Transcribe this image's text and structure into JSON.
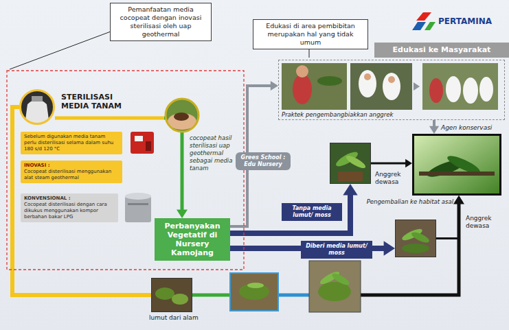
{
  "diagram": {
    "nodes": [
      {
        "text": [
          "Pemanfaatan media cocopeat dengan inovasi sterilisasi oleh uap geothermal"
        ]
      },
      {
        "text": [
          "Edukasi di area pembibitan merupakan hal yang tidak umum"
        ]
      },
      {
        "text": [
          "Edukasi ke Masyarakat"
        ]
      },
      {
        "text": [
          "Praktek pengembangbiakkan anggrek"
        ]
      },
      {
        "text": [
          "STERILISASI MEDIA TANAM"
        ]
      },
      {
        "text": [
          "Sebelum digunakan media tanam perlu disterilisasi selama dalam suhu 180 s/d 120 °C"
        ]
      },
      {
        "text": [
          "INOVASI :",
          "Cocopeat disterilisasi menggunakan alat steam geothermal"
        ]
      },
      {
        "text": [
          "KONVENSIONAL :",
          "Cocopeat disterilisasi dengan cara dikukus menggunakan kompor berbahan bakar LPG"
        ]
      },
      {
        "text": [
          "Perbanyakan Vegetatif di Nursery Kamojang"
        ]
      },
      {
        "text": [
          "Anggrek dewasa"
        ]
      },
      {
        "text": [
          "Agen konservasi",
          "Pengembalian ke habitat asal"
        ]
      },
      {
        "text": [
          "Anggrek dewasa"
        ]
      },
      {
        "text": [
          "lumut dari alam"
        ]
      }
    ],
    "edges": [
      {
        "from": 4,
        "to": 8,
        "label": "cocopeat hasil sterilisasi uap geothermal sebagai media tanam",
        "arrow": "to"
      },
      {
        "from": 4,
        "to": 12,
        "arrow": "none"
      },
      {
        "from": 8,
        "to": 3,
        "label": "Grees School : Edu Nursery",
        "arrow": "to"
      },
      {
        "from": 8,
        "to": 9,
        "label": "Tanpa media lumut/ moss",
        "arrow": "to"
      },
      {
        "from": 8,
        "to": 11,
        "label": "Diberi media lumut/ moss",
        "arrow": "to"
      },
      {
        "from": 9,
        "to": 10,
        "arrow": "to"
      },
      {
        "from": 11,
        "to": 10,
        "arrow": "to"
      },
      {
        "from": 12,
        "to": 10,
        "arrow": "to"
      },
      {
        "from": 3,
        "to": 10,
        "arrow": "to"
      }
    ],
    "labels": [
      "PERTAMINA"
    ]
  }
}
